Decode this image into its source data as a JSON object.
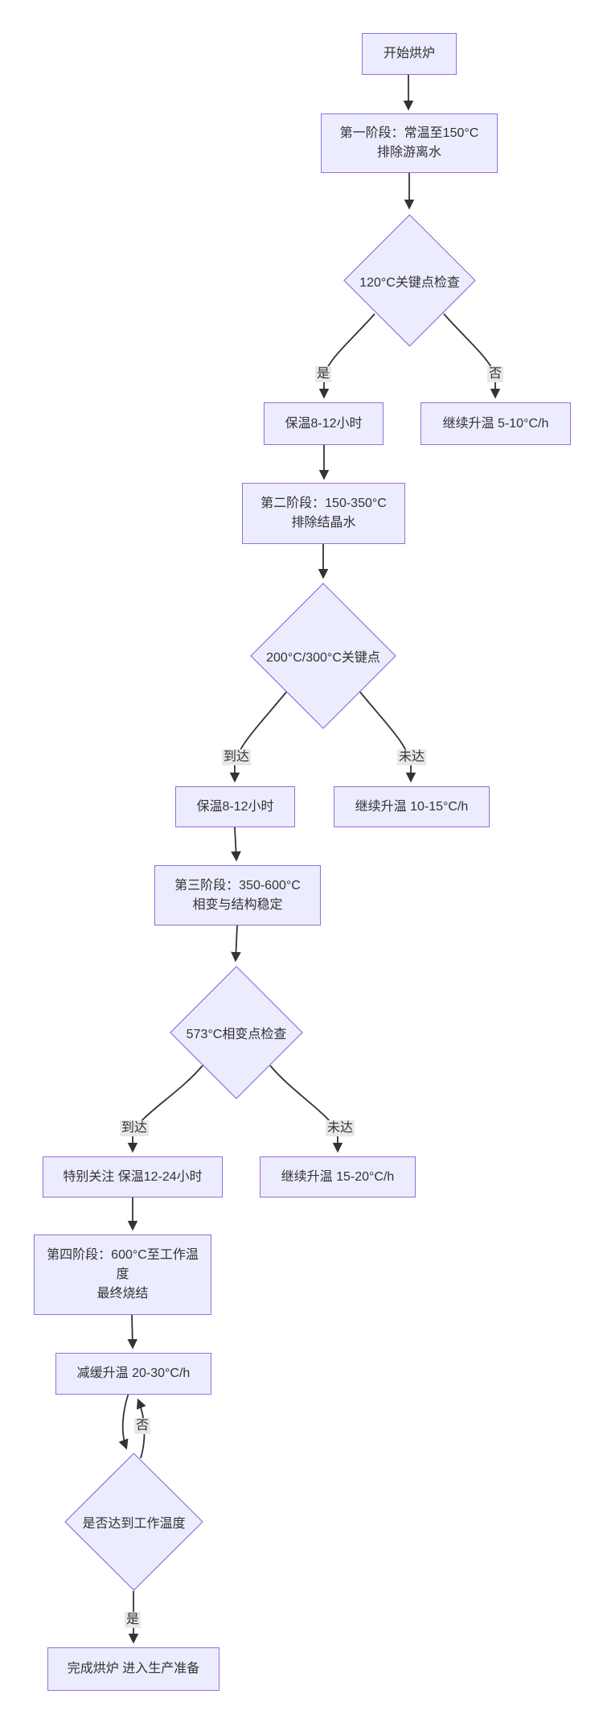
{
  "colors": {
    "canvas_bg": "#ffffff",
    "node_fill": "#ECECFF",
    "node_border": "#9370DB",
    "edge_color": "#333333",
    "label_bg": "#e8e8e8",
    "text_color": "#333333"
  },
  "nodes": {
    "start": {
      "label": "开始烘炉"
    },
    "stage1": {
      "lines": [
        "第一阶段：常温至150°C",
        "排除游离水"
      ]
    },
    "check120": {
      "label": "120°C关键点检查"
    },
    "hold1": {
      "label": "保温8-12小时"
    },
    "heat1": {
      "label": "继续升温 5-10°C/h"
    },
    "stage2": {
      "lines": [
        "第二阶段：150-350°C",
        "排除结晶水"
      ]
    },
    "check200_300": {
      "label": "200°C/300°C关键点"
    },
    "hold2": {
      "label": "保温8-12小时"
    },
    "heat2": {
      "label": "继续升温 10-15°C/h"
    },
    "stage3": {
      "lines": [
        "第三阶段：350-600°C",
        "相变与结构稳定"
      ]
    },
    "check573": {
      "label": "573°C相变点检查"
    },
    "hold3": {
      "label": "特别关注 保温12-24小时"
    },
    "heat3": {
      "label": "继续升温 15-20°C/h"
    },
    "stage4": {
      "lines": [
        "第四阶段：600°C至工作温",
        "度",
        "最终烧结"
      ]
    },
    "slow_heat": {
      "label": "减缓升温 20-30°C/h"
    },
    "check_work": {
      "label": "是否达到工作温度"
    },
    "finish": {
      "label": "完成烘炉 进入生产准备"
    }
  },
  "edge_labels": {
    "yes1": "是",
    "no1": "否",
    "reach1": "到达",
    "miss1": "未达",
    "reach2": "到达",
    "miss2": "未达",
    "no2": "否",
    "yes2": "是"
  }
}
